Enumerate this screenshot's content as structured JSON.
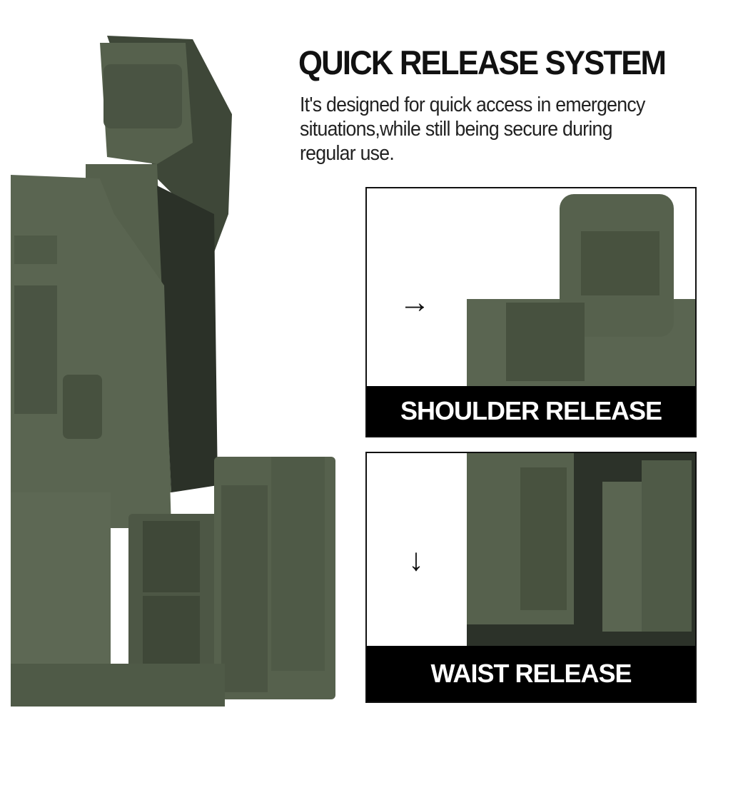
{
  "header": {
    "title": "QUICK RELEASE SYSTEM",
    "description": "It's designed for quick access in emergency situations,while still being secure during regular use."
  },
  "panels": [
    {
      "label": "SHOULDER RELEASE",
      "arrow": "→",
      "icon": "arrow-right-icon"
    },
    {
      "label": "WAIST RELEASE",
      "arrow": "↓",
      "icon": "arrow-down-icon"
    }
  ],
  "colors": {
    "olive": "#4f5a47",
    "olive_dark": "#3a4335",
    "olive_light": "#66705d",
    "band": "#000000"
  }
}
